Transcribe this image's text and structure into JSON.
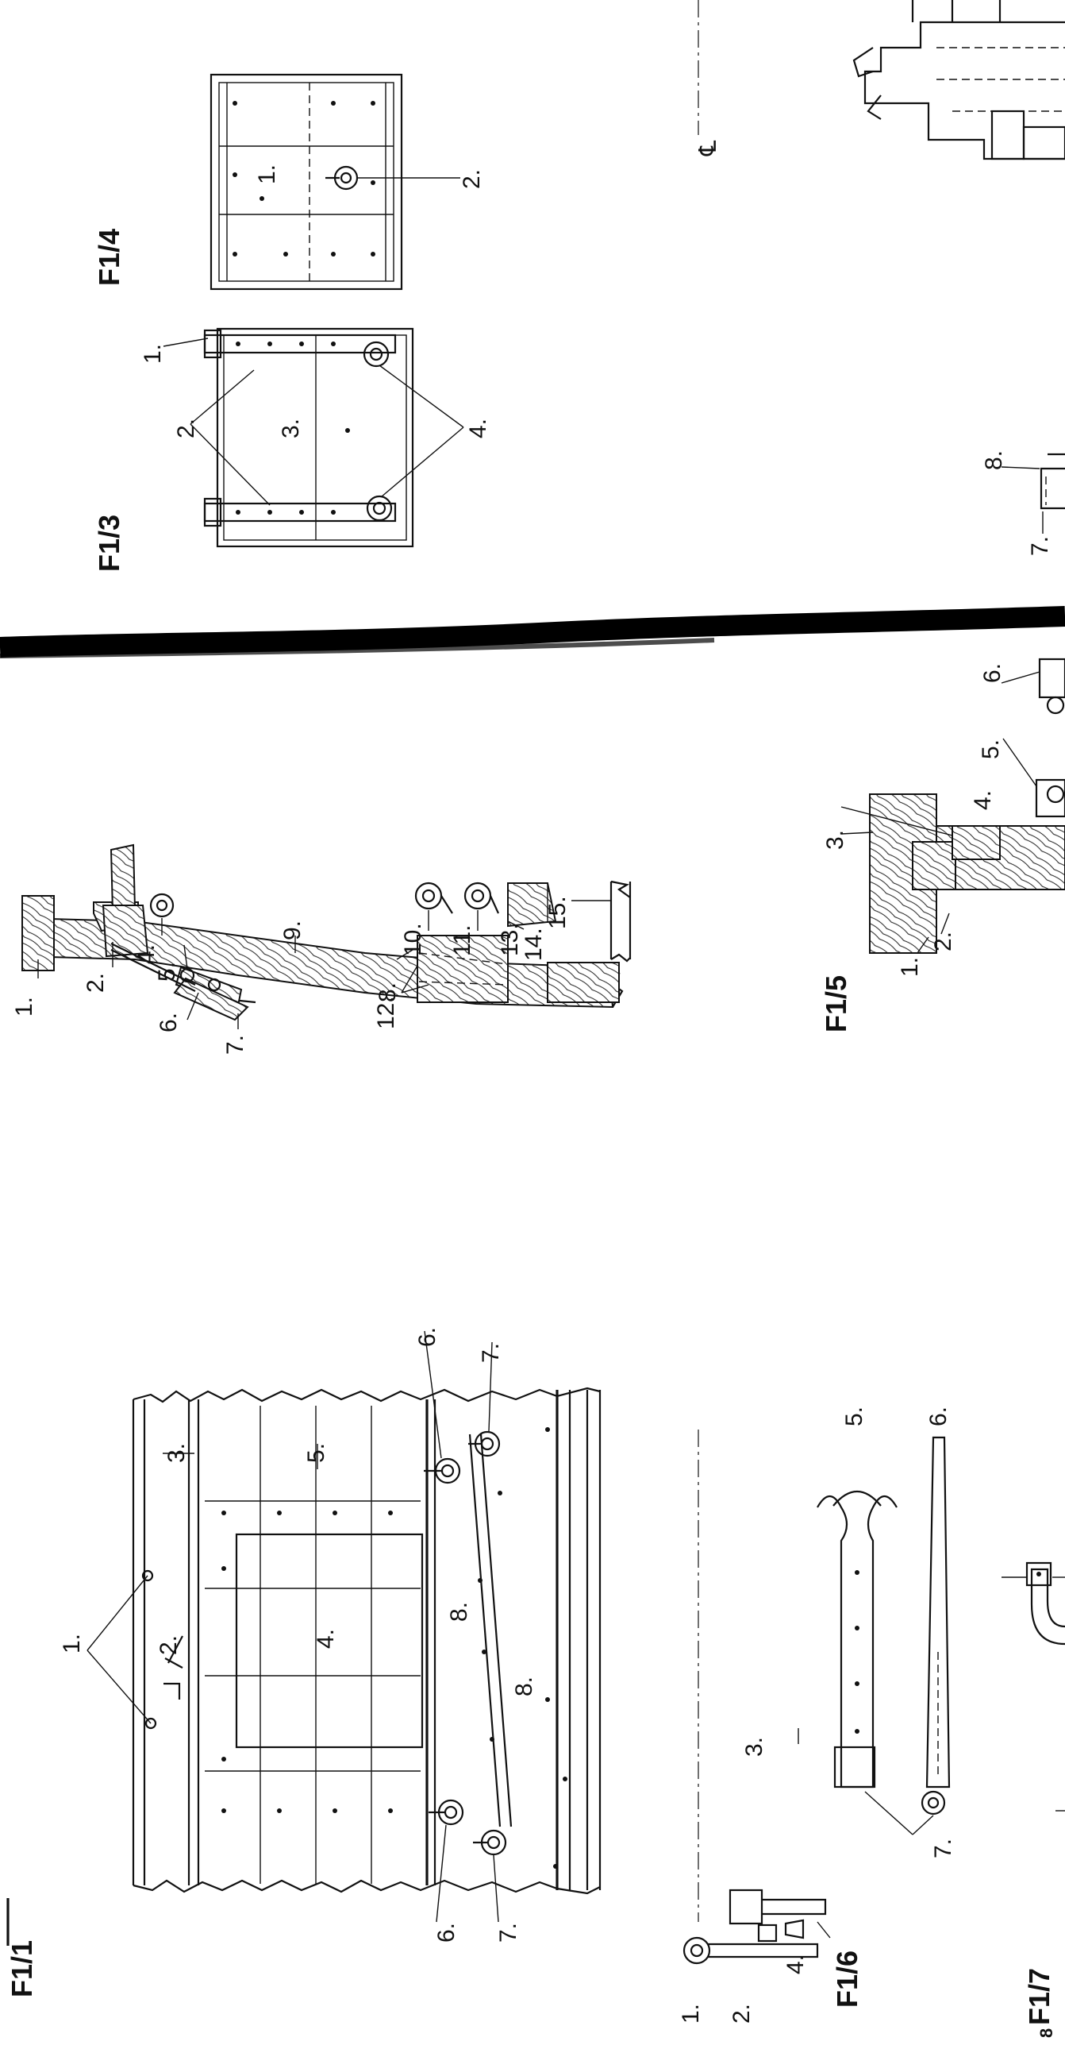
{
  "figures": {
    "f1_1": {
      "title": "F1/1",
      "labels": [
        "1.",
        "2.",
        "3.",
        "4.",
        "5.",
        "6.",
        "6.",
        "7.",
        "7.",
        "8.",
        "8."
      ]
    },
    "f1_2": {
      "labels": [
        "1.",
        "2.",
        "4.",
        "5.",
        "6.",
        "7.",
        "8.",
        "9.",
        "10.",
        "11.",
        "12.",
        "13.",
        "14.",
        "15."
      ]
    },
    "f1_3": {
      "title": "F1/3",
      "labels": [
        "1.",
        "2.",
        "3.",
        "4."
      ]
    },
    "f1_4": {
      "title": "F1/4",
      "labels": [
        "1.",
        "2."
      ]
    },
    "f1_5": {
      "title": "F1/5",
      "labels": [
        "1.",
        "2.",
        "3.",
        "4.",
        "5.",
        "6.",
        "7.",
        "8."
      ]
    },
    "f1_6": {
      "title": "F1/6",
      "labels": [
        "1.",
        "2.",
        "3.",
        "4.",
        "5.",
        "6.",
        "7."
      ]
    },
    "f1_7": {
      "title": "F1/7"
    }
  },
  "margin_marks": {
    "centerline": "℄",
    "corner": "8"
  }
}
